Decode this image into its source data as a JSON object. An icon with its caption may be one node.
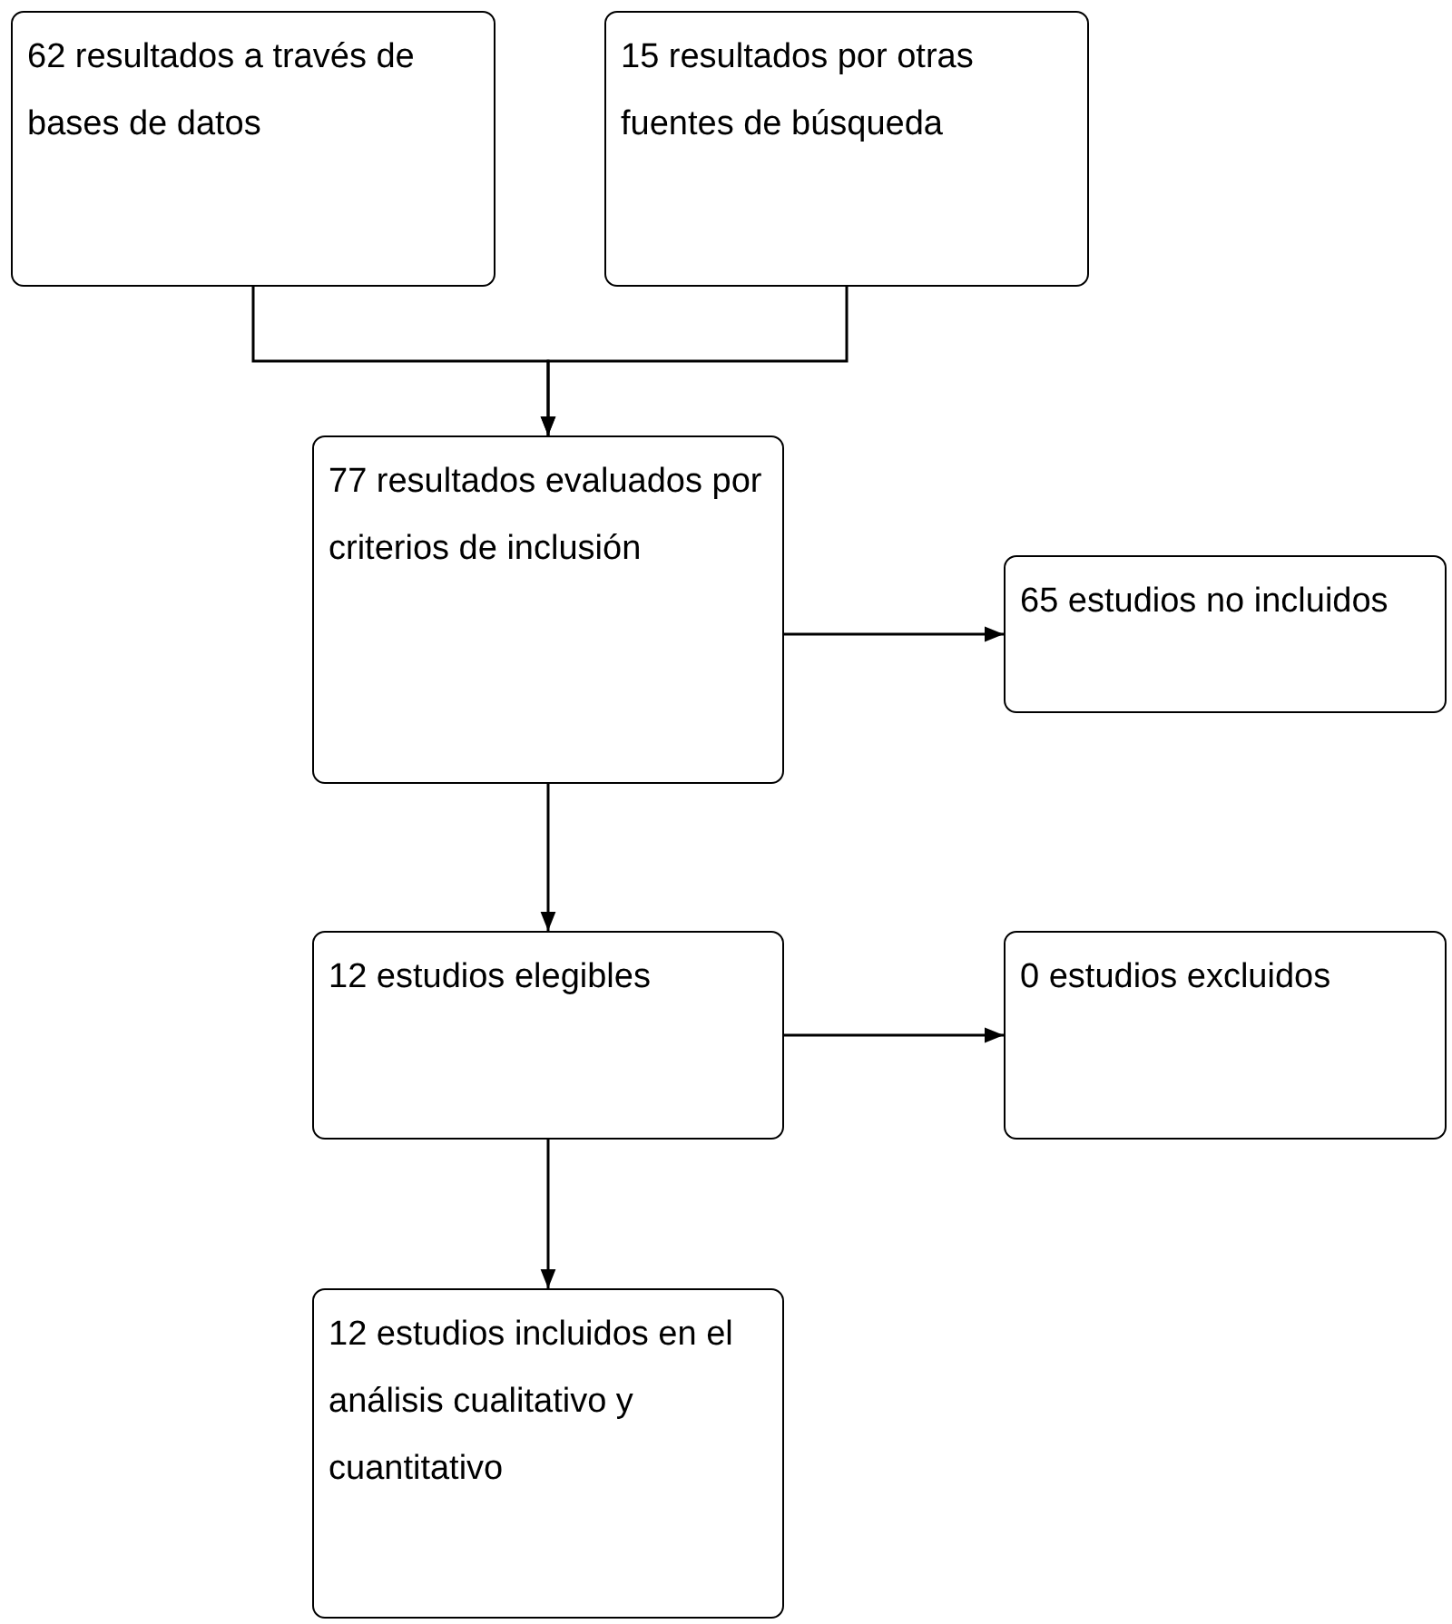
{
  "diagram": {
    "nodes": [
      {
        "text": [
          "62 resultados a través de bases de datos"
        ]
      },
      {
        "text": [
          "15 resultados por otras fuentes de búsqueda"
        ]
      },
      {
        "text": [
          "77 resultados evaluados por criterios de inclusión"
        ]
      },
      {
        "text": [
          "65 estudios no incluidos"
        ]
      },
      {
        "text": [
          "12 estudios elegibles"
        ]
      },
      {
        "text": [
          "0 estudios excluidos"
        ]
      },
      {
        "text": [
          "12 estudios incluidos en el análisis cualitativo y cuantitativo"
        ]
      }
    ],
    "edges": [
      {
        "from": 0,
        "to": 2,
        "arrow": "to"
      },
      {
        "from": 1,
        "to": 2,
        "arrow": "to"
      },
      {
        "from": 2,
        "to": 3,
        "arrow": "to"
      },
      {
        "from": 2,
        "to": 4,
        "arrow": "to"
      },
      {
        "from": 4,
        "to": 5,
        "arrow": "to"
      },
      {
        "from": 4,
        "to": 6,
        "arrow": "to"
      }
    ]
  }
}
